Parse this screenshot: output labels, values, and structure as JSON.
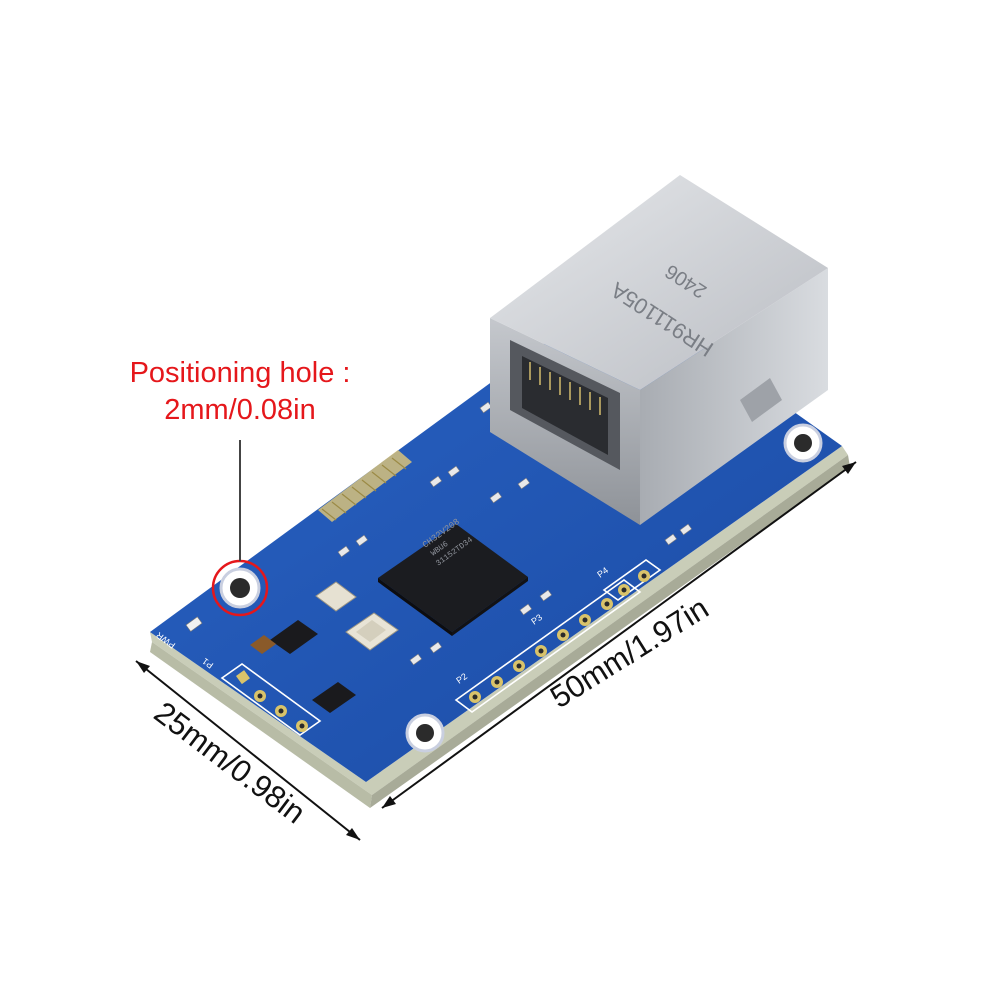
{
  "annotations": {
    "hole_label_line1": "Positioning hole :",
    "hole_label_line2": "2mm/0.08in",
    "width_dimension": "25mm/0.98in",
    "length_dimension": "50mm/1.97in"
  },
  "board": {
    "chip_marking_1": "CH32V208",
    "chip_marking_2": "WBU6",
    "chip_marking_3": "31152TD34",
    "jack_marking_1": "HR911105A",
    "jack_marking_2": "2406",
    "header_labels": [
      "P1",
      "P2",
      "P3",
      "P4"
    ],
    "pwr_label": "PWR"
  },
  "colors": {
    "annotation_red": "#e5171b",
    "pcb_blue": "#1f56b8",
    "metal": "#c9ccd2"
  }
}
